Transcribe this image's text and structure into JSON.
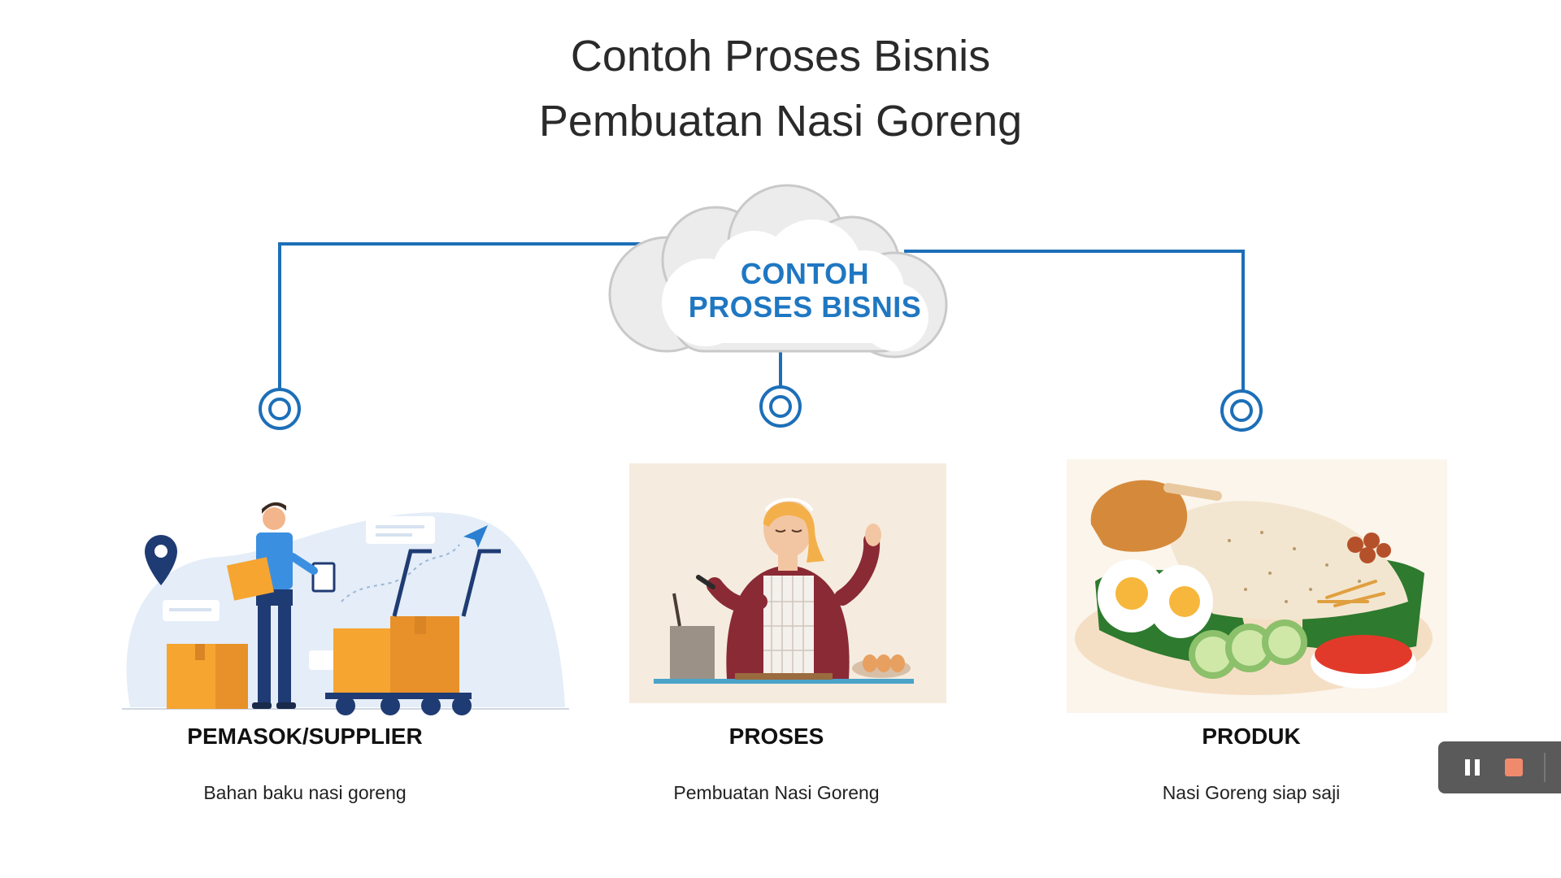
{
  "slide": {
    "title_line1": "Contoh Proses Bisnis",
    "title_line2": "Pembuatan Nasi Goreng",
    "cloud_line1": "CONTOH",
    "cloud_line2": "PROSES BISNIS"
  },
  "steps": [
    {
      "title": "PEMASOK/SUPPLIER",
      "description": "Bahan baku nasi goreng",
      "illustration": "supplier-delivery-illustration"
    },
    {
      "title": "PROSES",
      "description": "Pembuatan Nasi Goreng",
      "illustration": "cook-preparing-food-illustration"
    },
    {
      "title": "PRODUK",
      "description": "Nasi Goreng siap saji",
      "illustration": "fried-rice-plate-illustration"
    }
  ],
  "recording_controls": {
    "pause_icon": "pause-icon",
    "stop_icon": "stop-icon"
  },
  "colors": {
    "accent": "#1f77c2",
    "connector": "#1d6fb8",
    "box": "#f6a531",
    "title": "#2a2a2a"
  }
}
